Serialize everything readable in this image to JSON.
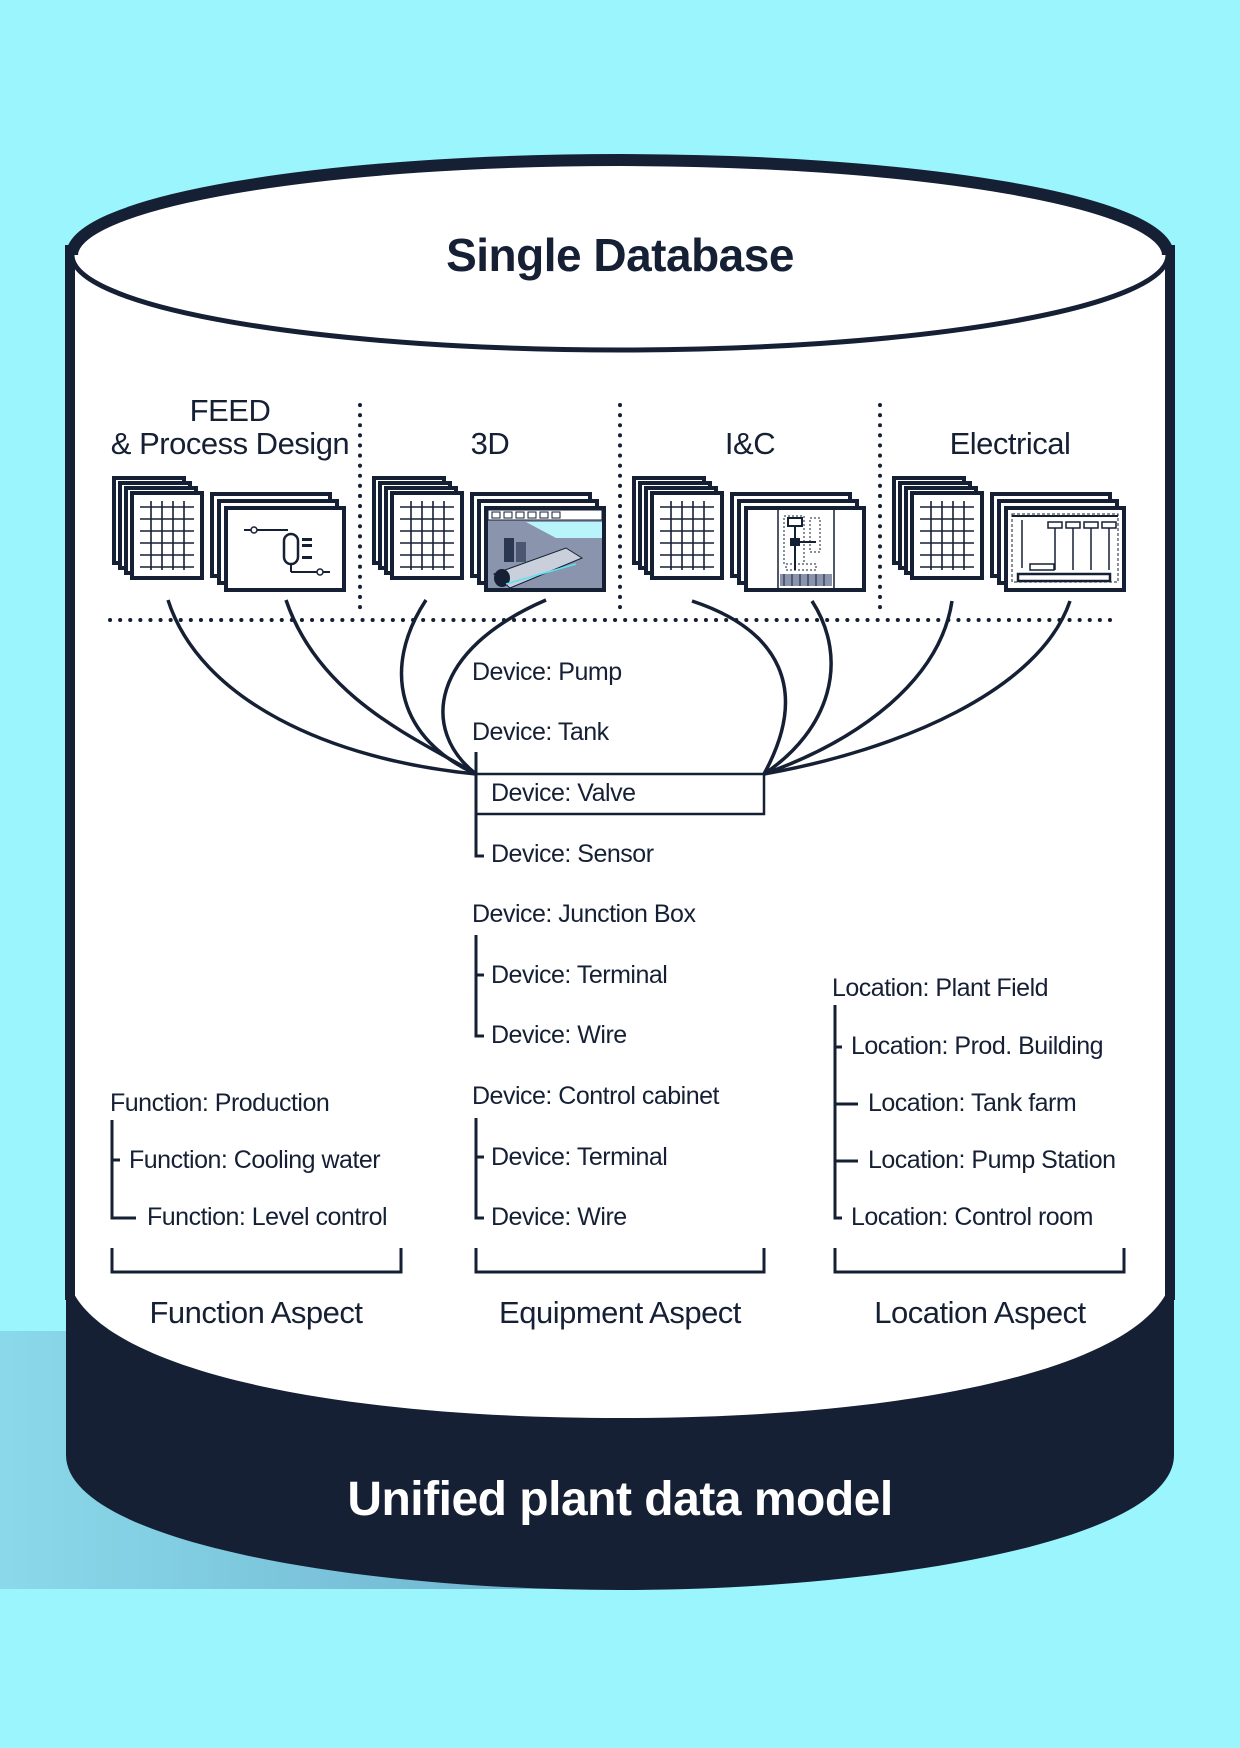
{
  "diagram": {
    "title": "Single Database",
    "footer": "Unified plant data model",
    "colors": {
      "background": "#9af5fd",
      "ink": "#162035",
      "cylinder_fill": "#ffffff",
      "shadow": "#7fc5db",
      "accent_cyan": "#5ce1f0"
    },
    "disciplines": [
      {
        "label": "FEED\n& Process Design",
        "line1": "FEED",
        "line2": "& Process Design",
        "icons": [
          "datasheet-stack-icon",
          "process-flow-diagram-icon"
        ]
      },
      {
        "label": "3D",
        "line1": "",
        "line2": "3D",
        "icons": [
          "datasheet-stack-icon",
          "3d-model-view-icon"
        ]
      },
      {
        "label": "I&C",
        "line1": "",
        "line2": "I&C",
        "icons": [
          "datasheet-stack-icon",
          "instrument-loop-diagram-icon"
        ]
      },
      {
        "label": "Electrical",
        "line1": "",
        "line2": "Electrical",
        "icons": [
          "datasheet-stack-icon",
          "electrical-schematic-icon"
        ]
      }
    ],
    "equipment": {
      "aspect_label": "Equipment Aspect",
      "items": [
        {
          "text": "Device: Pump",
          "level": 0
        },
        {
          "text": "Device: Tank",
          "level": 0
        },
        {
          "text": "Device: Valve",
          "level": 1,
          "highlighted": true
        },
        {
          "text": "Device: Sensor",
          "level": 1
        },
        {
          "text": "Device: Junction Box",
          "level": 0
        },
        {
          "text": "Device: Terminal",
          "level": 1
        },
        {
          "text": "Device: Wire",
          "level": 1
        },
        {
          "text": "Device: Control cabinet",
          "level": 0
        },
        {
          "text": "Device: Terminal",
          "level": 1
        },
        {
          "text": "Device: Wire",
          "level": 1
        }
      ]
    },
    "function": {
      "aspect_label": "Function Aspect",
      "items": [
        {
          "text": "Function: Production",
          "level": 0
        },
        {
          "text": "Function: Cooling water",
          "level": 1
        },
        {
          "text": "Function: Level control",
          "level": 2
        }
      ]
    },
    "location": {
      "aspect_label": "Location Aspect",
      "items": [
        {
          "text": "Location: Plant Field",
          "level": 0
        },
        {
          "text": "Location: Prod. Building",
          "level": 1
        },
        {
          "text": "Location: Tank farm",
          "level": 2
        },
        {
          "text": "Location: Pump Station",
          "level": 2
        },
        {
          "text": "Location: Control room",
          "level": 1
        }
      ]
    }
  }
}
